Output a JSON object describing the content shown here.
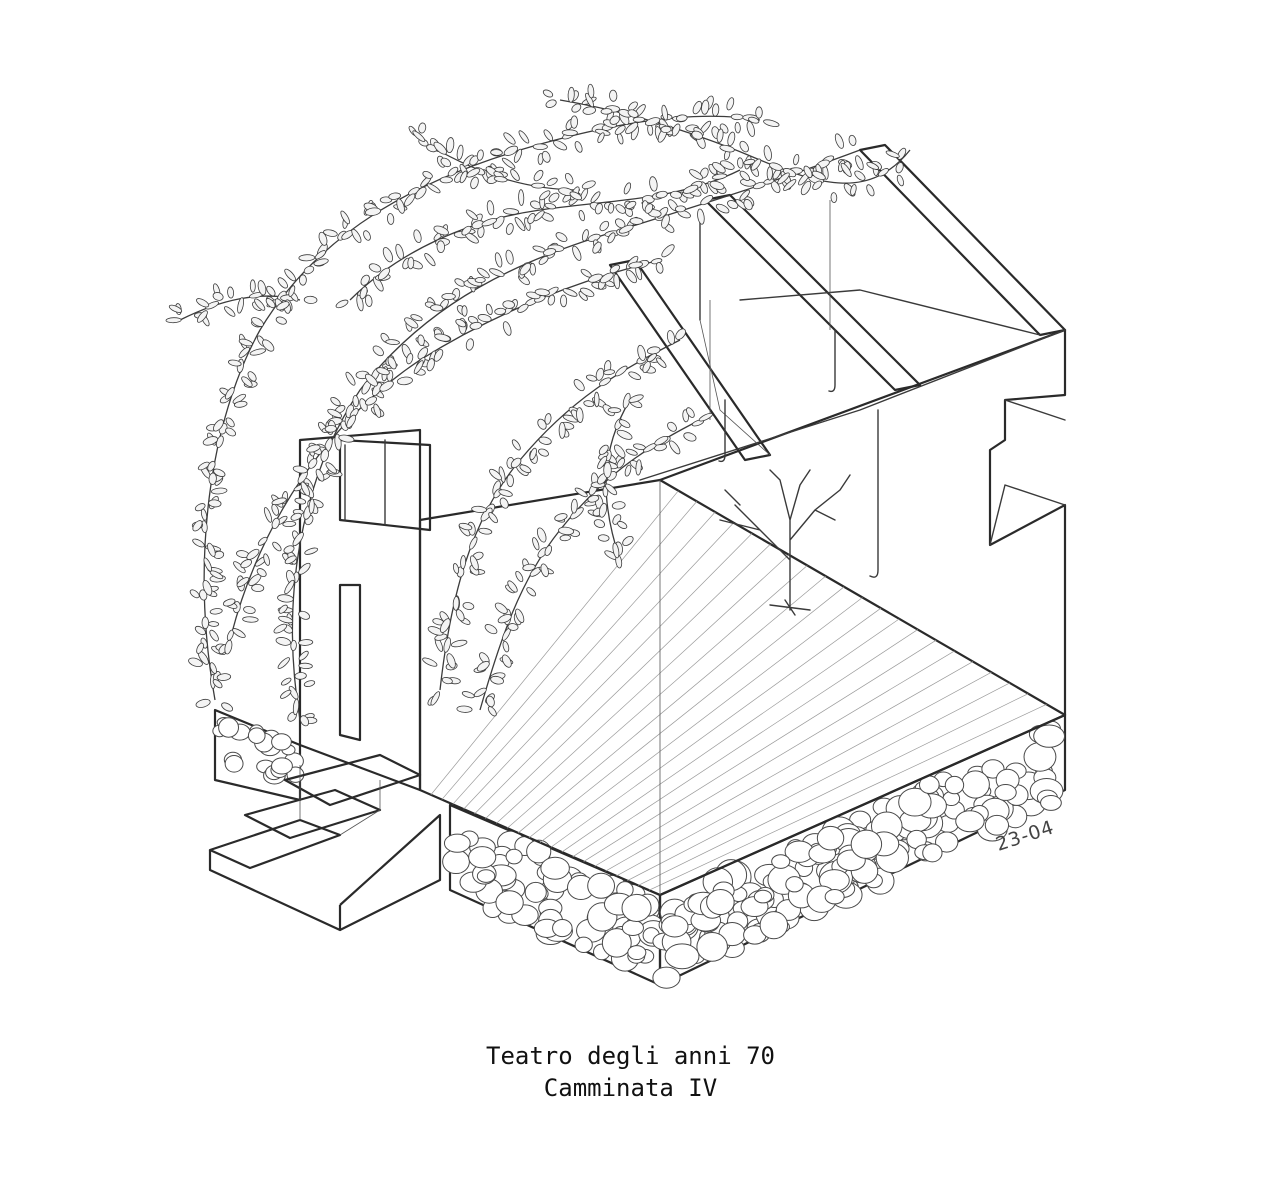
{
  "caption": {
    "title": "Teatro degli anni 70",
    "subtitle": "Camminata IV"
  },
  "date_mark": "23-04",
  "icons": {
    "vine": "climbing-vine",
    "tree": "bare-tree",
    "hooks": "stage-hooks"
  }
}
